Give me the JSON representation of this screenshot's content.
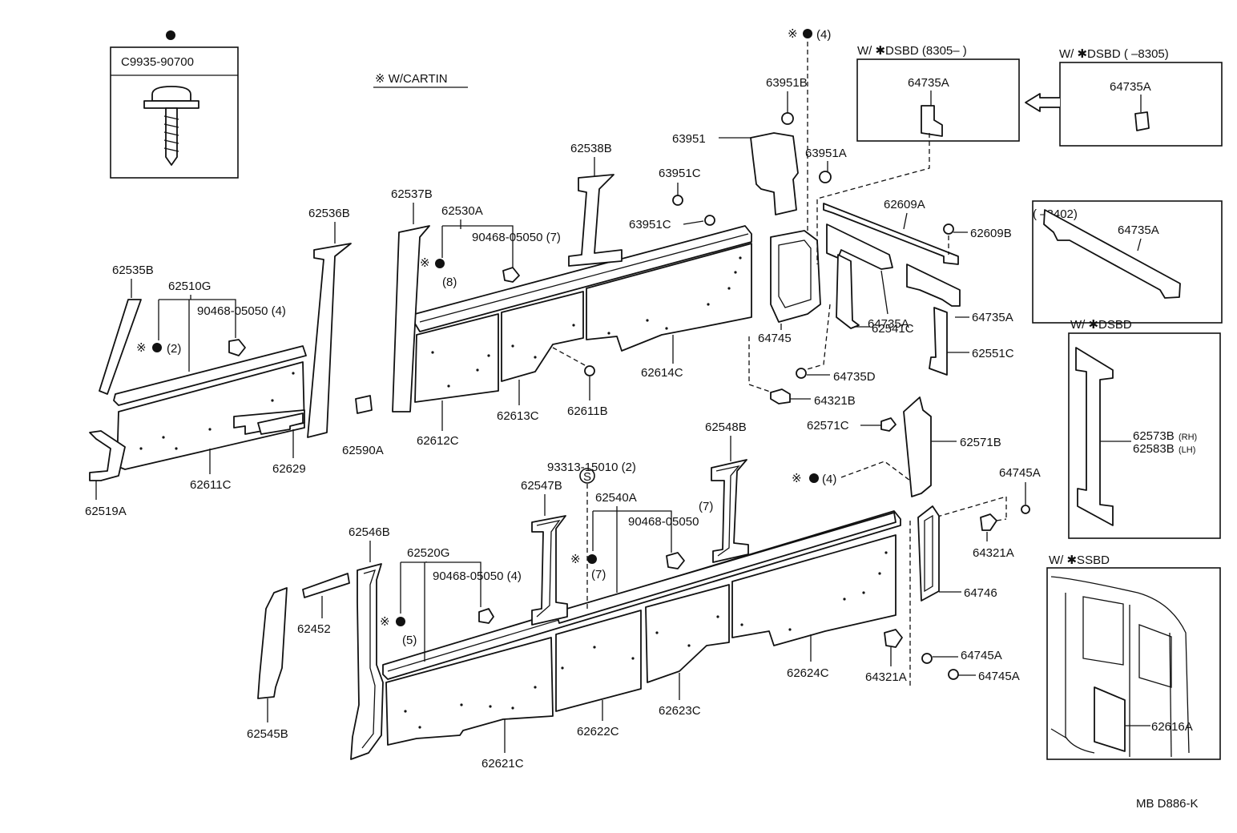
{
  "diagram": {
    "footer_code": "MB D886-K",
    "cartin_note": "※ W/CARTIN",
    "screw_box": {
      "part": "C9935-90700"
    },
    "option_headers": {
      "dsbd_8305_after": "W/ ✱DSBD (8305–        )",
      "dsbd_8305_before": "W/ ✱DSBD (        –8305)",
      "range_8402": "(        –8402)",
      "dsbd": "W/  ✱DSBD",
      "ssbd": "W/ ✱SSBD"
    },
    "parts": {
      "p64735A_a": "64735A",
      "p64735A_b": "64735A",
      "p64735A_c": "64735A",
      "p64735A_d": "64735A",
      "p64735A_e": "64735A",
      "p63951B": "63951B",
      "p63951": "63951",
      "p63951A": "63951A",
      "p63951C_a": "63951C",
      "p63951C_b": "63951C",
      "p62538B": "62538B",
      "p62537B": "62537B",
      "p62530A": "62530A",
      "p90468_7a": "90468-05050 (7)",
      "p8_qty": "(8)",
      "p62536B": "62536B",
      "p62535B": "62535B",
      "p62510G": "62510G",
      "p90468_4a": "90468-05050 (4)",
      "p2_qty": "(2)",
      "p62609A": "62609A",
      "p62609B": "62609B",
      "p64745": "64745",
      "p62541C": "62541C",
      "p62551C": "62551C",
      "p64735D": "64735D",
      "p64321B": "64321B",
      "p62614C": "62614C",
      "p62611B": "62611B",
      "p62613C": "62613C",
      "p62612C": "62612C",
      "p62590A": "62590A",
      "p62629": "62629",
      "p62611C": "62611C",
      "p62519A": "62519A",
      "p62571C": "62571C",
      "p62571B": "62571B",
      "p4_qty_b": "(4)",
      "p4_qty_top": "(4)",
      "p62548B": "62548B",
      "p93313": "93313-15010 (2)",
      "p62547B": "62547B",
      "p62540A": "62540A",
      "p7_qty_b": "(7)",
      "p90468_b": "90468-05050",
      "p7_qty_c": "(7)",
      "p62546B": "62546B",
      "p62520G": "62520G",
      "p90468_4b": "90468-05050 (4)",
      "p5_qty": "(5)",
      "p62452": "62452",
      "p62545B": "62545B",
      "p62621C": "62621C",
      "p62622C": "62622C",
      "p62623C": "62623C",
      "p62624C": "62624C",
      "p64745A_a": "64745A",
      "p64321A_a": "64321A",
      "p64746": "64746",
      "p64321A_b": "64321A",
      "p64745A_b": "64745A",
      "p64745A_c": "64745A",
      "p62573B": "62573B",
      "p62573B_sfx": "(RH)",
      "p62583B": "62583B",
      "p62583B_sfx": "(LH)",
      "p62616A": "62616A",
      "s_symbol": "S"
    }
  }
}
